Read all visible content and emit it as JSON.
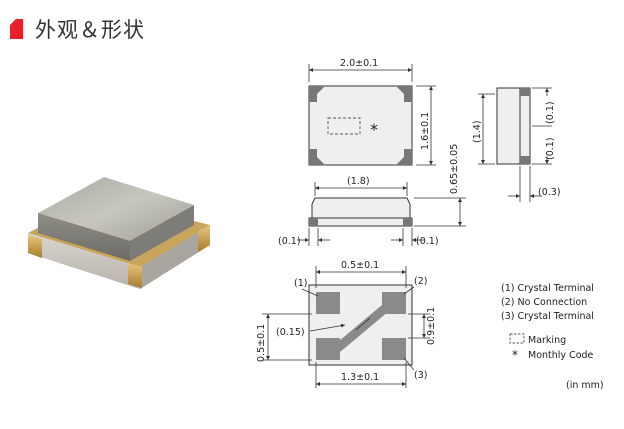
{
  "header": {
    "title": "外观＆形状"
  },
  "dimensions": {
    "top_width": "2.0±0.1",
    "top_height": "1.6±0.1",
    "side_height": "(1.4)",
    "side_right_top": "(0.1)",
    "side_right_bottom": "(0.1)",
    "side_right_width": "(0.3)",
    "front_width": "(1.8)",
    "front_height": "0.65±0.05",
    "front_left_edge": "(0.1)",
    "front_right_edge": "(0.1)",
    "bottom_pad_pitch": "0.5±0.1",
    "bottom_pad_pitch_vertical": "0.9±0.1",
    "bottom_pad_height": "0.5±0.1",
    "bottom_trace_width": "(0.15)",
    "bottom_pad_span": "1.3±0.1"
  },
  "pins": {
    "pin1": "(1)",
    "pin2": "(2)",
    "pin3": "(3)"
  },
  "legend": {
    "items": [
      "(1) Crystal Terminal",
      "(2) No Connection",
      "(3) Crystal Terminal"
    ],
    "marking": "Marking",
    "monthly_star": "*",
    "monthly": "Monthly Code",
    "unit": "(in mm)"
  },
  "marking_star": "*",
  "colors": {
    "accent": "#e8202c",
    "pad": "#8a8a8a",
    "body": "#efefef"
  }
}
